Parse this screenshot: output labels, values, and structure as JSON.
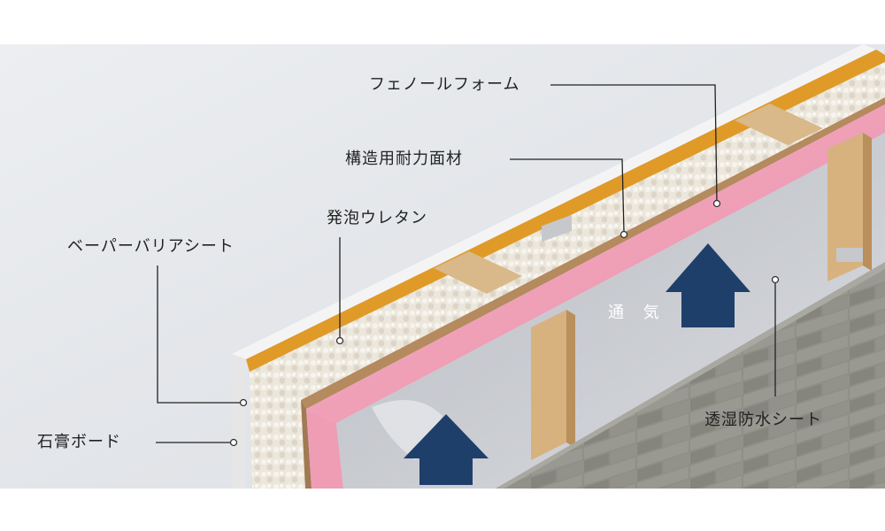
{
  "labels": {
    "phenolic_foam": "フェノールフォーム",
    "structural_panel": "構造用耐力面材",
    "spray_urethane": "発泡ウレタン",
    "vapor_barrier": "ベーパーバリアシート",
    "gypsum_board": "石膏ボード",
    "ventilation": "通 気",
    "breathable_membrane": "透湿防水シート"
  },
  "colors": {
    "phenolic_foam": "#f2a0b8",
    "urethane": "#ece7dc",
    "vapor_barrier": "#e09a28",
    "timber": "#d9b889",
    "membrane": "#c9cbd0",
    "brick": "#8e8d86",
    "gypsum": "#f0f0f0",
    "arrow": "#1f3f6b"
  }
}
